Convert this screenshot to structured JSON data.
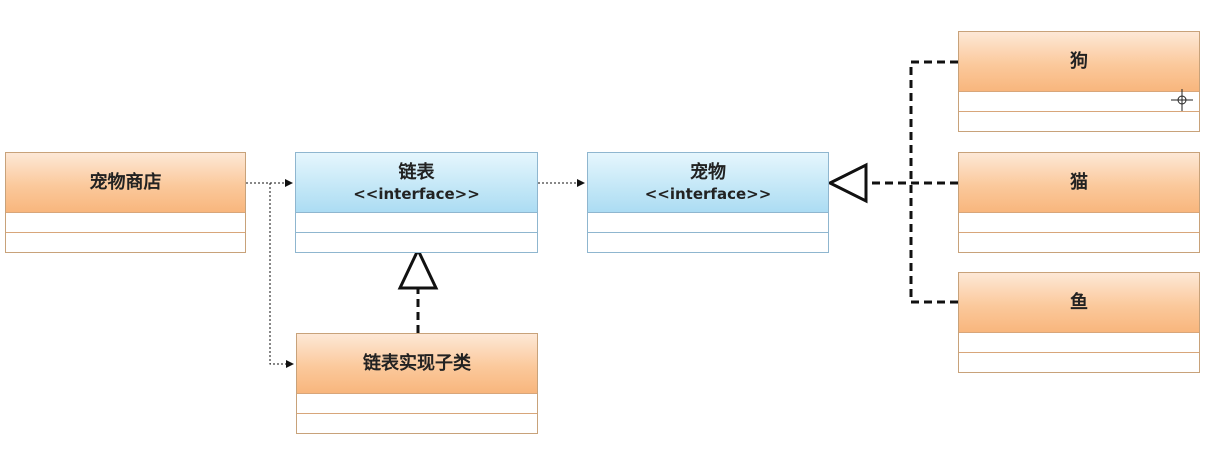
{
  "classes": {
    "pet_shop": {
      "name": "宠物商店"
    },
    "linked_list": {
      "name": "链表",
      "stereotype": "<<interface>>"
    },
    "pet": {
      "name": "宠物",
      "stereotype": "<<interface>>"
    },
    "linked_list_impl": {
      "name": "链表实现子类"
    },
    "dog": {
      "name": "狗"
    },
    "cat": {
      "name": "猫"
    },
    "fish": {
      "name": "鱼"
    }
  },
  "colors": {
    "class_fill_orange": "#f8b67d",
    "interface_fill_blue": "#acdcf3",
    "connector": "#111111"
  },
  "icons": {
    "cursor": "crosshair-cursor-icon"
  }
}
